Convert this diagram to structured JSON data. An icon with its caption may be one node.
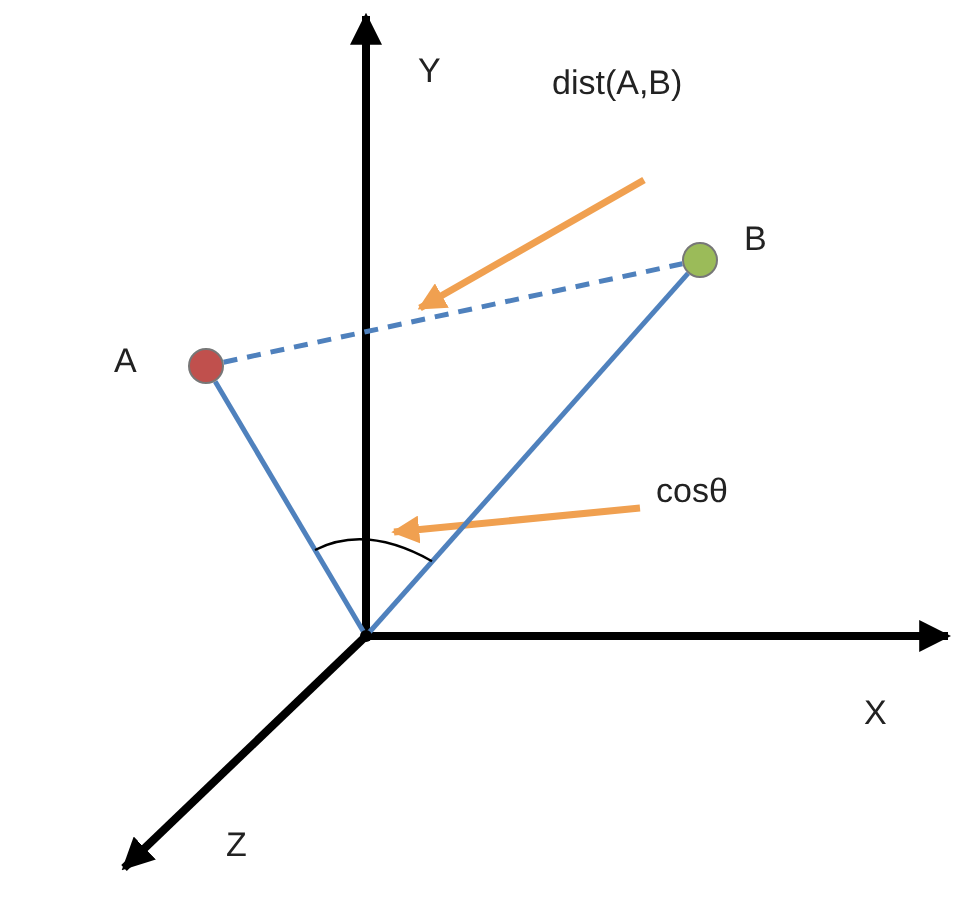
{
  "diagram": {
    "nodes": [
      {
        "text": [],
        "shape": "circle",
        "beside": [
          "A"
        ]
      },
      {
        "text": [],
        "shape": "circle",
        "beside": [
          "B"
        ]
      },
      {
        "text": [
          "dist(A,B)"
        ]
      },
      {
        "text": [
          "cosθ"
        ]
      },
      {
        "text": [],
        "shape": "arc"
      },
      {
        "text": [],
        "shape": "point"
      }
    ],
    "edges": [
      {
        "from": 0,
        "to": 1,
        "arrow": "none",
        "style": "dashed",
        "color": "#4f81bd"
      },
      {
        "from": 2,
        "to": null,
        "arrow": "to",
        "color": "#f0a050"
      },
      {
        "from": 3,
        "to": 4,
        "arrow": "to",
        "color": "#f0a050"
      },
      {
        "from": 5,
        "to": 0,
        "arrow": "none",
        "color": "#4f81bd"
      },
      {
        "from": 5,
        "to": 1,
        "arrow": "none",
        "color": "#4f81bd"
      }
    ],
    "labels": [
      "Y",
      "X",
      "Z"
    ]
  }
}
